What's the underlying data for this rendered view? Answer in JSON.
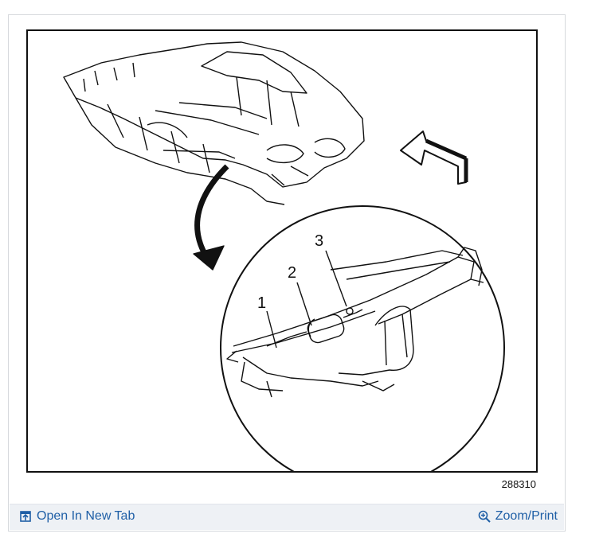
{
  "figure": {
    "callouts": [
      "1",
      "2",
      "3"
    ],
    "figure_number": "288310"
  },
  "toolbar": {
    "open_label": "Open In New Tab",
    "open_icon": "open-in-new-tab-icon",
    "zoom_label": "Zoom/Print",
    "zoom_icon": "zoom-in-icon",
    "link_color": "#1f5fa6",
    "bar_color": "#eef1f5"
  }
}
